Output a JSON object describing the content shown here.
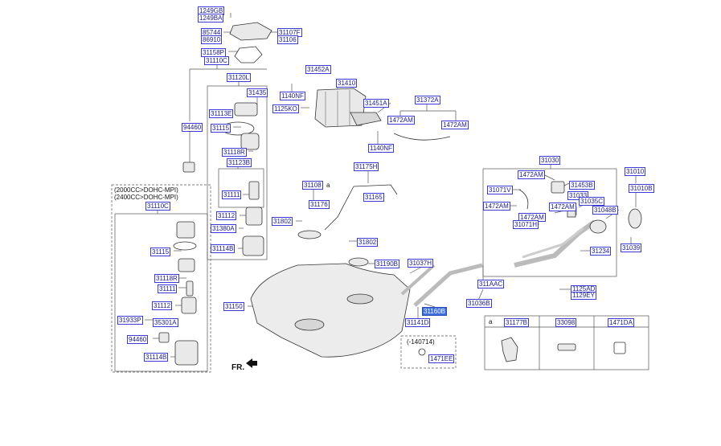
{
  "diagram": {
    "part_labels": {
      "p1249GB": "1249GB",
      "p1249BA": "1249BA",
      "p31107F": "31107F",
      "p85744": "85744",
      "p86910": "86910",
      "p31106": "31106",
      "p31158P": "31158P",
      "p31110C": "31110C",
      "p31120L": "31120L",
      "p31435": "31435",
      "p31113E": "31113E",
      "p31115": "31115",
      "p94460": "94460",
      "p31118R": "31118R",
      "p31123B": "31123B",
      "p31111": "31111",
      "p31112": "31112",
      "p31380A": "31380A",
      "p31114B": "31114B",
      "p31452A": "31452A",
      "p31410": "31410",
      "p1140NF_a": "1140NF",
      "p1125KO": "1125KO",
      "p31451A": "31451A",
      "p31372A": "31372A",
      "p1472AM_a": "1472AM",
      "p1472AM_b": "1472AM",
      "p1140NF_b": "1140NF",
      "p31175H": "31175H",
      "p31108": "31108",
      "p31176": "31176",
      "p31165": "31165",
      "p31802_a": "31802",
      "p31802_b": "31802",
      "p31190B": "31190B",
      "p31037H": "31037H",
      "p31150": "31150",
      "p311AAC": "311AAC",
      "p31036B": "31036B",
      "p31160B": "31160B",
      "p31141D": "31141D",
      "p31030": "31030",
      "p1472AM_c": "1472AM",
      "p31453B": "31453B",
      "p31071V": "31071V",
      "p31033": "31033",
      "p31035C": "31035C",
      "p1472AM_d": "1472AM",
      "p1472AM_e": "1472AM",
      "p31048B": "31048B",
      "p1472AM_f": "1472AM",
      "p31071H": "31071H",
      "p31010": "31010",
      "p31010B": "31010B",
      "p31234": "31234",
      "p31039": "31039",
      "p1125AD": "1125AD",
      "p1129EY": "1129EY",
      "p1471EE": "1471EE",
      "g31110C": "31110C",
      "g31115": "31115",
      "g31118R": "31118R",
      "g31111": "31111",
      "g31112": "31112",
      "g31933P": "31933P",
      "g35301A": "35301A",
      "g94460": "94460",
      "g31114B": "31114B"
    },
    "engine_variant_line1": "(2000CC>DOHC-MPI)",
    "engine_variant_line2": "(2400CC>DOHC-MPI)",
    "callout_a": "a",
    "date_note": "(-140714)",
    "front_indicator": "FR.",
    "legend": {
      "key": "a",
      "parts": [
        "31177B",
        "33098",
        "1471DA"
      ]
    },
    "colors": {
      "label_border": "#3b3bd6",
      "label_text": "#1a1a8c",
      "highlight": "#3d6ee0",
      "line": "#555555"
    }
  }
}
